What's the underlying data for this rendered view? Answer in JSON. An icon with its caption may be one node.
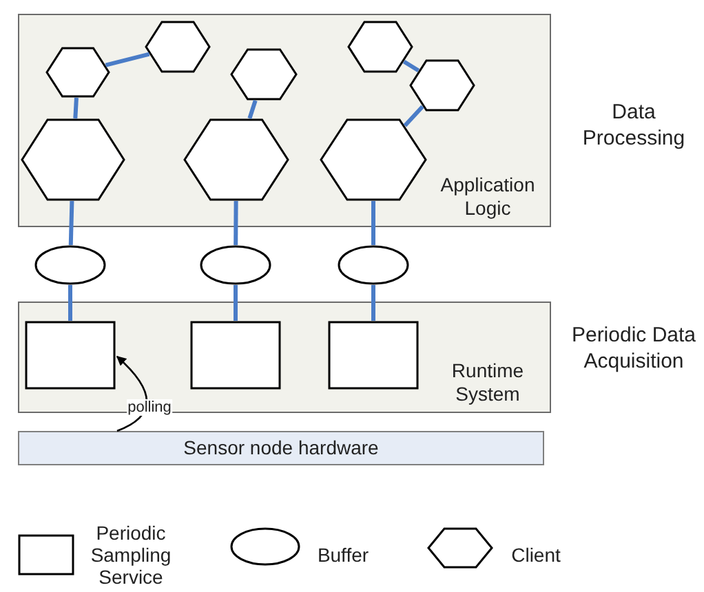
{
  "diagram": {
    "nodes": [
      {
        "text": [
          "Application Logic"
        ]
      },
      {
        "text": [],
        "shape": "hexagon",
        "in": 0
      },
      {
        "text": [],
        "shape": "hexagon",
        "in": 0
      },
      {
        "text": [],
        "shape": "hexagon",
        "in": 0
      },
      {
        "text": [],
        "shape": "hexagon",
        "in": 0
      },
      {
        "text": [],
        "shape": "hexagon",
        "in": 0
      },
      {
        "text": [],
        "shape": "hexagon",
        "in": 0
      },
      {
        "text": [],
        "shape": "hexagon",
        "in": 0
      },
      {
        "text": [],
        "shape": "hexagon",
        "in": 0
      },
      {
        "text": [],
        "shape": "ellipse"
      },
      {
        "text": [],
        "shape": "ellipse"
      },
      {
        "text": [],
        "shape": "ellipse"
      },
      {
        "text": [
          "Runtime System"
        ]
      },
      {
        "text": [],
        "shape": "box",
        "in": 12
      },
      {
        "text": [],
        "shape": "box",
        "in": 12
      },
      {
        "text": [],
        "shape": "box",
        "in": 12
      },
      {
        "text": [
          "Sensor node hardware"
        ]
      }
    ],
    "edges": [
      {
        "from": 1,
        "to": 2,
        "arrow": "none"
      },
      {
        "from": 1,
        "to": 3,
        "arrow": "none"
      },
      {
        "from": 4,
        "to": 5,
        "arrow": "none"
      },
      {
        "from": 6,
        "to": 7,
        "arrow": "none"
      },
      {
        "from": 7,
        "to": 8,
        "arrow": "none"
      },
      {
        "from": 3,
        "to": 9,
        "arrow": "none"
      },
      {
        "from": 5,
        "to": 10,
        "arrow": "none"
      },
      {
        "from": 8,
        "to": 11,
        "arrow": "none"
      },
      {
        "from": 9,
        "to": 13,
        "arrow": "none"
      },
      {
        "from": 10,
        "to": 14,
        "arrow": "none"
      },
      {
        "from": 11,
        "to": 15,
        "arrow": "none"
      },
      {
        "from": 16,
        "to": 13,
        "arrow": "to",
        "label": "polling",
        "color": "#000000"
      }
    ],
    "labels": [
      "Data Processing",
      "Periodic Data Acquisition"
    ],
    "legend": [
      {
        "text": "Periodic Sampling Service"
      },
      {
        "text": "Buffer"
      },
      {
        "text": "Client"
      }
    ]
  }
}
